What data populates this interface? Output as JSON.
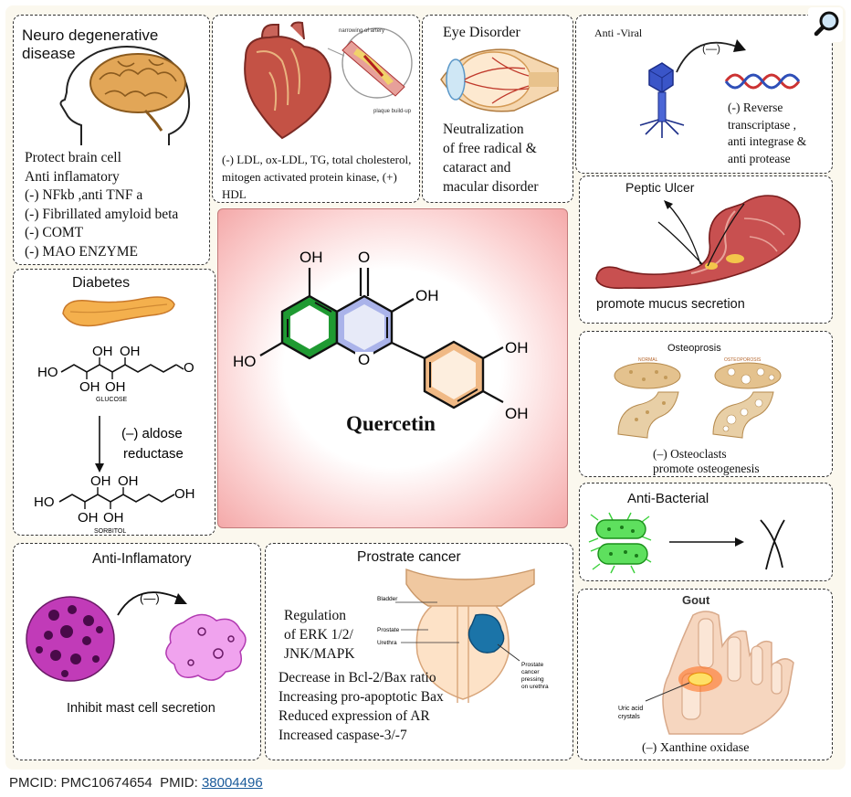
{
  "center": {
    "title": "Quercetin",
    "labels": {
      "oh1": "OH",
      "o": "O",
      "oh2": "OH",
      "ho": "HO",
      "o_ring": "O",
      "oh3": "OH",
      "oh4": "OH"
    }
  },
  "neuro": {
    "title_line1": "Neuro degenerative",
    "title_line2": "disease",
    "lines": [
      "Protect brain cell",
      "Anti inflamatory",
      "(-)  NFkb ,anti TNF a",
      "(-) Fibrillated amyloid beta",
      "(-) COMT",
      "(-) MAO ENZYME"
    ]
  },
  "heart": {
    "annot_top": "narrowing of artery",
    "annot_bottom": "plaque build-up",
    "text": "(-) LDL, ox-LDL, TG, total cholesterol, mitogen activated protein kinase, (+) HDL"
  },
  "eye": {
    "title": "Eye Disorder",
    "lines": [
      "Neutralization",
      "of free radical &",
      "cataract and",
      "macular disorder"
    ]
  },
  "antiviral": {
    "title": "Anti -Viral",
    "inhibit": "(—)",
    "lines": [
      "(-) Reverse",
      "transcriptase ,",
      "anti integrase &",
      "anti protease"
    ]
  },
  "diabetes": {
    "title": "Diabetes",
    "glucose": "GLUCOSE",
    "sorbitol": "SORBITOL",
    "enzyme_line1": "(–) aldose",
    "enzyme_line2": "reductase",
    "g": {
      "ho": "HO",
      "oh_a": "OH",
      "oh_b": "OH",
      "oh_c": "OH",
      "oh_d": "OH",
      "o": "O"
    },
    "s": {
      "ho": "HO",
      "oh_a": "OH",
      "oh_b": "OH",
      "oh_c": "OH",
      "oh_d": "OH",
      "oh_e": "OH"
    }
  },
  "ulcer": {
    "title": "Peptic Ulcer",
    "caption": "promote mucus secretion"
  },
  "osteo": {
    "title": "Osteoprosis",
    "normal": "NORMAL",
    "osteoporosis": "OSTEOPOROSIS",
    "line1": "(–)  Osteoclasts",
    "line2": "promote osteogenesis"
  },
  "antibacterial": {
    "title": "Anti-Bacterial"
  },
  "antiinflam": {
    "title": "Anti-Inflamatory",
    "inhibit": "(—)",
    "caption": "Inhibit mast cell secretion"
  },
  "prostate": {
    "title": "Prostrate cancer",
    "lines": [
      "Regulation",
      "of ERK 1/2/",
      "JNK/MAPK",
      "Decrease in Bcl-2/Bax ratio",
      "Increasing pro-apoptotic Bax",
      "Reduced expression of AR",
      "Increased caspase-3/-7"
    ],
    "labels": {
      "bladder": "Bladder",
      "prostate": "Prostate",
      "urethra": "Urethra",
      "cancer1": "Prostate",
      "cancer2": "cancer",
      "cancer3": "pressing",
      "cancer4": "on urethra"
    }
  },
  "gout": {
    "title": "Gout",
    "crystals1": "Uric acid",
    "crystals2": "crystals",
    "caption": "(–)  Xanthine oxidase"
  },
  "footer": {
    "pmcid_label": "PMCID:",
    "pmcid": "PMC10674654",
    "pmid_label": "PMID:",
    "pmid": "38004496"
  },
  "colors": {
    "center_bg": "#f6b3b3",
    "green_ring": "#1f9a32",
    "blue_ring": "#aab3ea",
    "orange_ring": "#f0b985",
    "link": "#1a5a9a"
  },
  "icons": {
    "zoom": "magnifier-icon"
  }
}
